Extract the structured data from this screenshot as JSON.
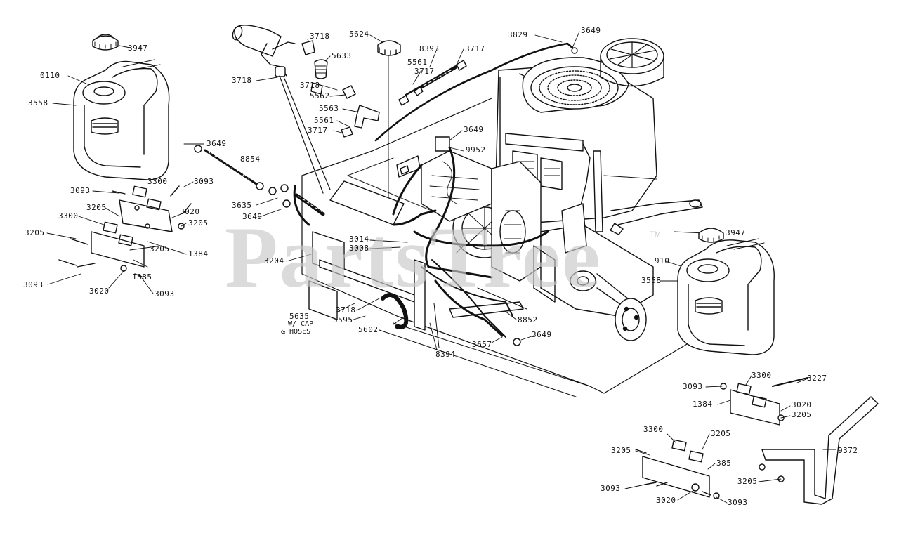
{
  "diagram": {
    "watermark": "PartsTree",
    "trademark": "TM",
    "labels": [
      "3947",
      "0110",
      "3558",
      "3649",
      "8854",
      "3093",
      "3300",
      "3093",
      "3205",
      "3020",
      "3300",
      "3205",
      "3205",
      "1384",
      "3205",
      "1385",
      "3093",
      "3020",
      "3093",
      "3718",
      "3718",
      "5633",
      "3718",
      "5562",
      "5563",
      "5561",
      "3717",
      "5624",
      "8393",
      "3717",
      "5561",
      "3717",
      "3829",
      "3649",
      "3649",
      "9952",
      "3635",
      "3649",
      "3014",
      "3008",
      "3204",
      "5635",
      "3718",
      "5595",
      "5602",
      "8394",
      "8852",
      "3657",
      "3649",
      "3947",
      "910",
      "3558",
      "3093",
      "3300",
      "3227",
      "1384",
      "3020",
      "3205",
      "9372",
      "3300",
      "3205",
      "3205",
      "385",
      "3093",
      "3205",
      "3020",
      "3093"
    ],
    "note_lines": [
      "W/ CAP",
      "& HOSES"
    ]
  },
  "colors": {
    "line": "#111111",
    "watermark": "#c9c9c9",
    "background": "#ffffff"
  }
}
